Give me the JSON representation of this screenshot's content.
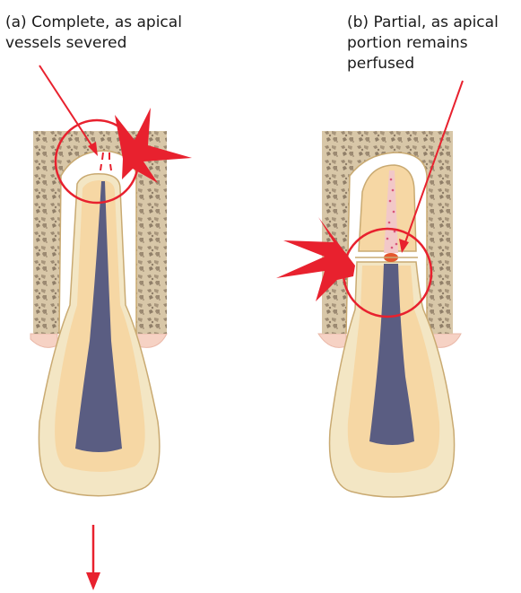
{
  "panel_a": {
    "caption_lines": [
      "(a) Complete, as apical",
      "vessels severed"
    ]
  },
  "panel_b": {
    "caption_lines": [
      "(b) Partial, as apical",
      "portion remains",
      "perfused"
    ]
  },
  "colors": {
    "bone": "#d8c7a8",
    "bone_speckle": "#9c8a72",
    "enamel": "#f3e6c4",
    "dentin": "#f6d7a4",
    "pulp": "#5a5d82",
    "outline": "#c9aa72",
    "gingiva": "#f6d2c4",
    "marker_red": "#e8212e",
    "bleed_orange": "#e4572e",
    "vessel_pink": "#d9557a"
  }
}
